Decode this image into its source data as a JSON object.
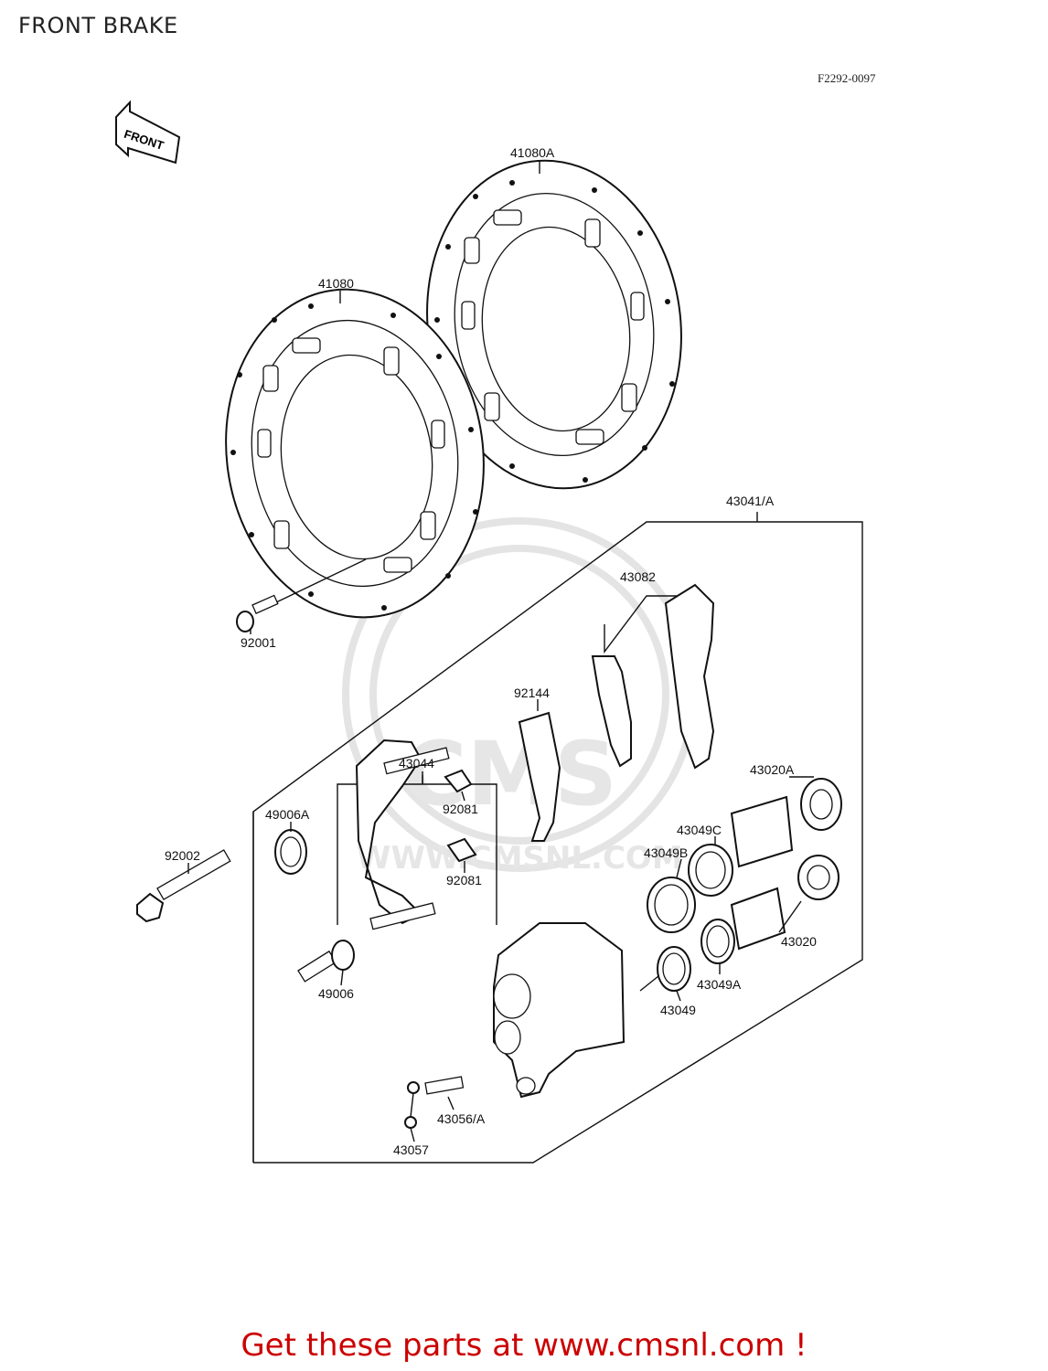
{
  "page": {
    "title": "FRONT BRAKE",
    "diagram_code": "F2292-0097",
    "cta": "Get these parts at www.cmsnl.com !"
  },
  "watermark": {
    "text": "CMS",
    "url": "WWW.CMSNL.COM"
  },
  "front_arrow": {
    "label": "FRONT"
  },
  "parts": {
    "disc_a": "41080A",
    "disc": "41080",
    "caliper_assy": "43041/A",
    "pads": "43082",
    "screw": "92001",
    "spring": "92144",
    "holder": "43044",
    "boot_a": "49006A",
    "clip_1": "92081",
    "clip_2": "92081",
    "piston_a": "43020A",
    "seal_c": "43049C",
    "seal_b": "43049B",
    "bolt": "92002",
    "piston": "43020",
    "seal_a": "43049A",
    "pin": "49006",
    "seal": "43049",
    "bleed_valve": "43056/A",
    "cap": "43057"
  },
  "colors": {
    "line": "#111111",
    "cta": "#cc0000",
    "watermark": "#e4e4e4"
  }
}
